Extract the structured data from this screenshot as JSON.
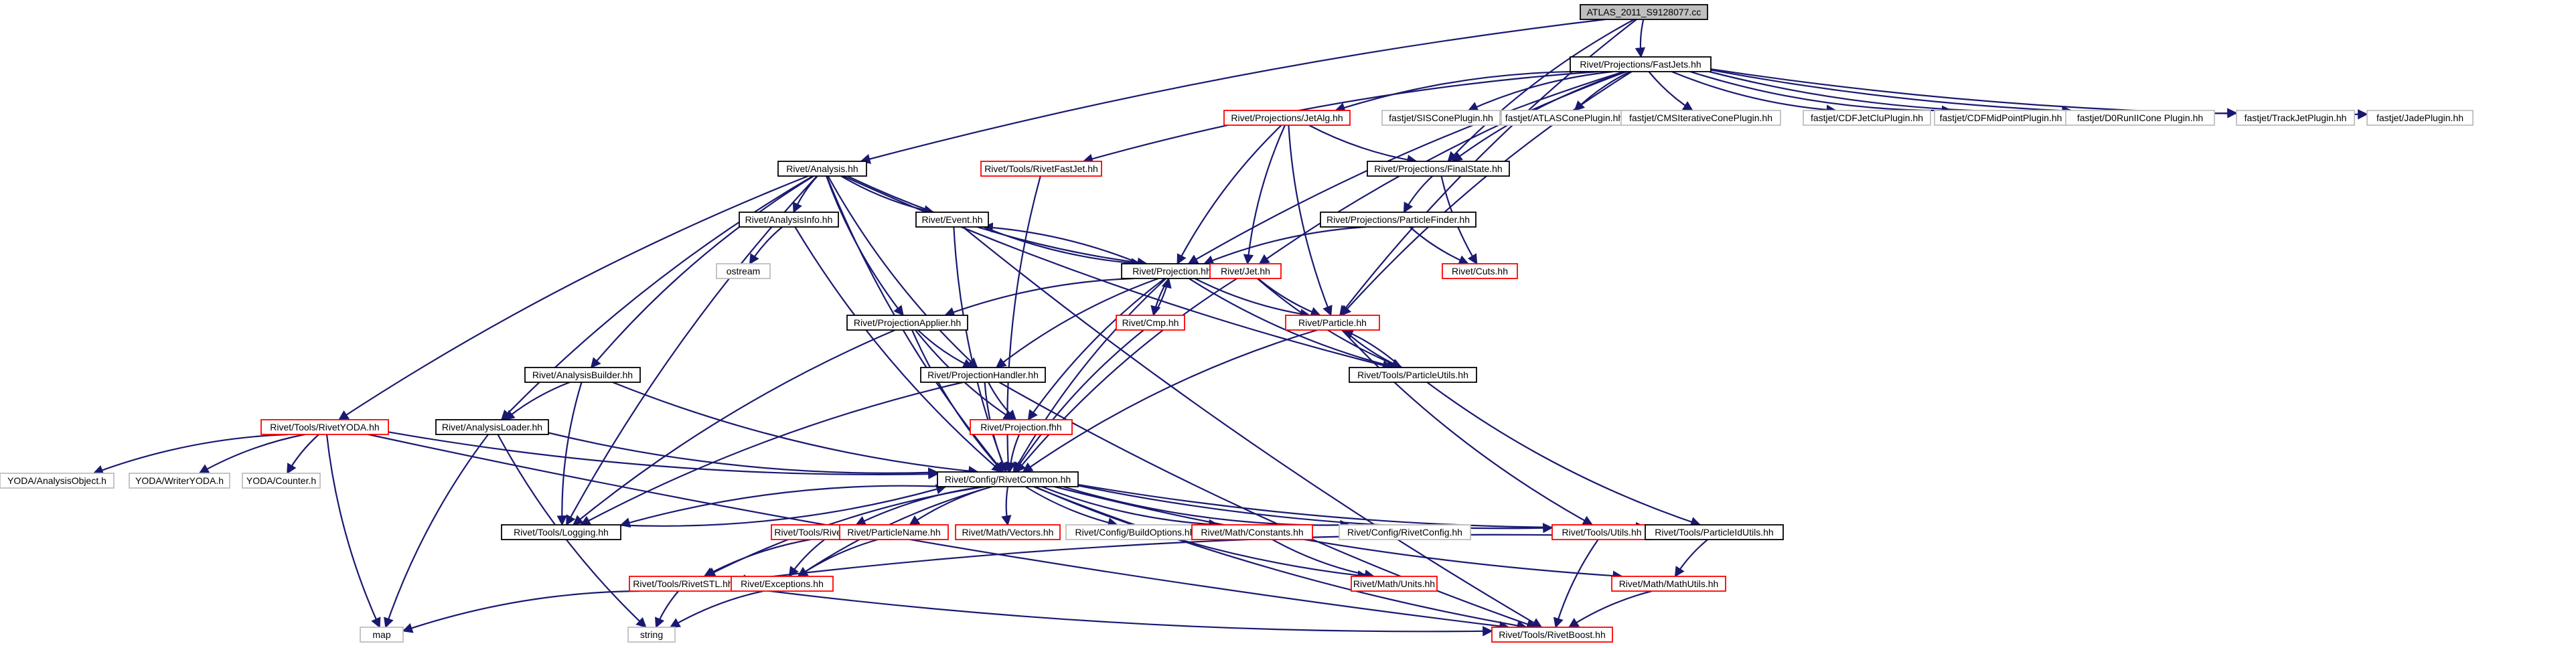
{
  "colors": {
    "edge": "#191970",
    "root_fill": "#bfbfbf",
    "default_fill": "#ffffff",
    "black_border": "#000000",
    "red_border": "#ff0000",
    "gray_border": "#bfbfbf"
  },
  "graph": {
    "nodes": [
      {
        "id": "root",
        "label": "ATLAS_2011_S9128077.cc",
        "style": "root"
      },
      {
        "id": "fastjets",
        "label": "Rivet/Projections/FastJets.hh",
        "style": "black"
      },
      {
        "id": "jetalg",
        "label": "Rivet/Projections/JetAlg.hh",
        "style": "red"
      },
      {
        "id": "siscone",
        "label": "fastjet/SISConePlugin.hh",
        "style": "gray"
      },
      {
        "id": "atlascone",
        "label": "fastjet/ATLASConePlugin.hh",
        "style": "gray"
      },
      {
        "id": "cmsit",
        "label": "fastjet/CMSIterativeConePlugin.hh",
        "style": "gray"
      },
      {
        "id": "cdfjetclu",
        "label": "fastjet/CDFJetCluPlugin.hh",
        "style": "gray"
      },
      {
        "id": "cdfmid",
        "label": "fastjet/CDFMidPointPlugin.hh",
        "style": "gray"
      },
      {
        "id": "d0run2",
        "label": "fastjet/D0RunIICone Plugin.hh",
        "style": "gray"
      },
      {
        "id": "trackjet",
        "label": "fastjet/TrackJetPlugin.hh",
        "style": "gray"
      },
      {
        "id": "jade",
        "label": "fastjet/JadePlugin.hh",
        "style": "gray"
      },
      {
        "id": "analysis",
        "label": "Rivet/Analysis.hh",
        "style": "black"
      },
      {
        "id": "rivetfastjet",
        "label": "Rivet/Tools/RivetFastJet.hh",
        "style": "red"
      },
      {
        "id": "finalstate",
        "label": "Rivet/Projections/FinalState.hh",
        "style": "black"
      },
      {
        "id": "particlefinder",
        "label": "Rivet/Projections/ParticleFinder.hh",
        "style": "black"
      },
      {
        "id": "cuts",
        "label": "Rivet/Cuts.hh",
        "style": "red"
      },
      {
        "id": "analysisinfo",
        "label": "Rivet/AnalysisInfo.hh",
        "style": "black"
      },
      {
        "id": "event",
        "label": "Rivet/Event.hh",
        "style": "black"
      },
      {
        "id": "projection",
        "label": "Rivet/Projection.hh",
        "style": "black"
      },
      {
        "id": "jet",
        "label": "Rivet/Jet.hh",
        "style": "red"
      },
      {
        "id": "ostream",
        "label": "ostream",
        "style": "gray"
      },
      {
        "id": "cmp",
        "label": "Rivet/Cmp.hh",
        "style": "red"
      },
      {
        "id": "particle",
        "label": "Rivet/Particle.hh",
        "style": "red"
      },
      {
        "id": "projapplier",
        "label": "Rivet/ProjectionApplier.hh",
        "style": "black"
      },
      {
        "id": "particleutils",
        "label": "Rivet/Tools/ParticleUtils.hh",
        "style": "black"
      },
      {
        "id": "analysisbuilder",
        "label": "Rivet/AnalysisBuilder.hh",
        "style": "black"
      },
      {
        "id": "projhandler",
        "label": "Rivet/ProjectionHandler.hh",
        "style": "black"
      },
      {
        "id": "rivetyoda",
        "label": "Rivet/Tools/RivetYODA.hh",
        "style": "red"
      },
      {
        "id": "analysisloader",
        "label": "Rivet/AnalysisLoader.hh",
        "style": "black"
      },
      {
        "id": "projfhh",
        "label": "Rivet/Projection.fhh",
        "style": "red"
      },
      {
        "id": "yodaao",
        "label": "YODA/AnalysisObject.h",
        "style": "gray"
      },
      {
        "id": "yodawriter",
        "label": "YODA/WriterYODA.h",
        "style": "gray"
      },
      {
        "id": "yodacounter",
        "label": "YODA/Counter.h",
        "style": "gray"
      },
      {
        "id": "rivetcommon",
        "label": "Rivet/Config/RivetCommon.hh",
        "style": "black"
      },
      {
        "id": "logging",
        "label": "Rivet/Tools/Logging.hh",
        "style": "black"
      },
      {
        "id": "rivethepmc",
        "label": "Rivet/Tools/RivetHepMC.hh",
        "style": "red"
      },
      {
        "id": "particlename",
        "label": "Rivet/ParticleName.hh",
        "style": "red"
      },
      {
        "id": "vectors",
        "label": "Rivet/Math/Vectors.hh",
        "style": "red"
      },
      {
        "id": "buildoptions",
        "label": "Rivet/Config/BuildOptions.hh",
        "style": "gray"
      },
      {
        "id": "constants",
        "label": "Rivet/Math/Constants.hh",
        "style": "red"
      },
      {
        "id": "rivetconfig",
        "label": "Rivet/Config/RivetConfig.hh",
        "style": "gray"
      },
      {
        "id": "toolsutils",
        "label": "Rivet/Tools/Utils.hh",
        "style": "red"
      },
      {
        "id": "pidutils",
        "label": "Rivet/Tools/ParticleIdUtils.hh",
        "style": "black"
      },
      {
        "id": "rivetstl",
        "label": "Rivet/Tools/RivetSTL.hh",
        "style": "red"
      },
      {
        "id": "exceptions",
        "label": "Rivet/Exceptions.hh",
        "style": "red"
      },
      {
        "id": "units",
        "label": "Rivet/Math/Units.hh",
        "style": "red"
      },
      {
        "id": "mathutils",
        "label": "Rivet/Math/MathUtils.hh",
        "style": "red"
      },
      {
        "id": "map",
        "label": "map",
        "style": "gray"
      },
      {
        "id": "string",
        "label": "string",
        "style": "gray"
      },
      {
        "id": "rivetboost",
        "label": "Rivet/Tools/RivetBoost.hh",
        "style": "red"
      }
    ],
    "edges": [
      [
        "root",
        "fastjets"
      ],
      [
        "root",
        "analysis"
      ],
      [
        "root",
        "finalstate"
      ],
      [
        "root",
        "particle"
      ],
      [
        "fastjets",
        "jetalg"
      ],
      [
        "fastjets",
        "siscone"
      ],
      [
        "fastjets",
        "atlascone"
      ],
      [
        "fastjets",
        "cmsit"
      ],
      [
        "fastjets",
        "cdfjetclu"
      ],
      [
        "fastjets",
        "cdfmid"
      ],
      [
        "fastjets",
        "d0run2"
      ],
      [
        "fastjets",
        "trackjet"
      ],
      [
        "fastjets",
        "jade"
      ],
      [
        "fastjets",
        "rivetfastjet"
      ],
      [
        "fastjets",
        "finalstate"
      ],
      [
        "fastjets",
        "projection"
      ],
      [
        "fastjets",
        "jet"
      ],
      [
        "fastjets",
        "particle"
      ],
      [
        "jetalg",
        "finalstate"
      ],
      [
        "jetalg",
        "projection"
      ],
      [
        "jetalg",
        "jet"
      ],
      [
        "jetalg",
        "particle"
      ],
      [
        "finalstate",
        "particlefinder"
      ],
      [
        "finalstate",
        "cuts"
      ],
      [
        "particlefinder",
        "projection"
      ],
      [
        "particlefinder",
        "cuts"
      ],
      [
        "analysis",
        "analysisinfo"
      ],
      [
        "analysis",
        "event"
      ],
      [
        "analysis",
        "projection"
      ],
      [
        "analysis",
        "projapplier"
      ],
      [
        "analysis",
        "analysisbuilder"
      ],
      [
        "analysis",
        "projhandler"
      ],
      [
        "analysis",
        "rivetyoda"
      ],
      [
        "analysis",
        "analysisloader"
      ],
      [
        "analysis",
        "rivetcommon"
      ],
      [
        "analysis",
        "logging"
      ],
      [
        "analysis",
        "particleutils"
      ],
      [
        "analysisinfo",
        "ostream"
      ],
      [
        "analysisinfo",
        "rivetcommon"
      ],
      [
        "event",
        "projection"
      ],
      [
        "event",
        "rivetcommon"
      ],
      [
        "event",
        "rivetboost"
      ],
      [
        "projection",
        "event"
      ],
      [
        "projection",
        "cmp"
      ],
      [
        "projection",
        "projapplier"
      ],
      [
        "projection",
        "projhandler"
      ],
      [
        "projection",
        "projfhh"
      ],
      [
        "projection",
        "rivetcommon"
      ],
      [
        "projection",
        "particle"
      ],
      [
        "projection",
        "particleutils"
      ],
      [
        "cmp",
        "projection"
      ],
      [
        "cmp",
        "rivetcommon"
      ],
      [
        "jet",
        "particle"
      ],
      [
        "jet",
        "particleutils"
      ],
      [
        "jet",
        "rivetcommon"
      ],
      [
        "particle",
        "particleutils"
      ],
      [
        "particle",
        "rivetcommon"
      ],
      [
        "particle",
        "toolsutils"
      ],
      [
        "particleutils",
        "particle"
      ],
      [
        "particleutils",
        "pidutils"
      ],
      [
        "projapplier",
        "projhandler"
      ],
      [
        "projapplier",
        "projfhh"
      ],
      [
        "projapplier",
        "rivetcommon"
      ],
      [
        "projapplier",
        "logging"
      ],
      [
        "projhandler",
        "projfhh"
      ],
      [
        "projhandler",
        "rivetcommon"
      ],
      [
        "projhandler",
        "logging"
      ],
      [
        "projhandler",
        "rivetboost"
      ],
      [
        "projfhh",
        "rivetcommon"
      ],
      [
        "rivetfastjet",
        "rivetcommon"
      ],
      [
        "analysisbuilder",
        "analysisloader"
      ],
      [
        "analysisbuilder",
        "rivetcommon"
      ],
      [
        "analysisbuilder",
        "logging"
      ],
      [
        "rivetyoda",
        "yodaao"
      ],
      [
        "rivetyoda",
        "yodawriter"
      ],
      [
        "rivetyoda",
        "yodacounter"
      ],
      [
        "rivetyoda",
        "rivetcommon"
      ],
      [
        "rivetyoda",
        "map"
      ],
      [
        "rivetyoda",
        "rivetboost"
      ],
      [
        "analysisloader",
        "rivetcommon"
      ],
      [
        "analysisloader",
        "map"
      ],
      [
        "analysisloader",
        "string"
      ],
      [
        "rivetcommon",
        "logging"
      ],
      [
        "rivetcommon",
        "rivethepmc"
      ],
      [
        "rivetcommon",
        "particlename"
      ],
      [
        "rivetcommon",
        "vectors"
      ],
      [
        "rivetcommon",
        "buildoptions"
      ],
      [
        "rivetcommon",
        "constants"
      ],
      [
        "rivetcommon",
        "rivetconfig"
      ],
      [
        "rivetcommon",
        "toolsutils"
      ],
      [
        "rivetcommon",
        "pidutils"
      ],
      [
        "rivetcommon",
        "rivetstl"
      ],
      [
        "rivetcommon",
        "exceptions"
      ],
      [
        "rivetcommon",
        "units"
      ],
      [
        "rivetcommon",
        "mathutils"
      ],
      [
        "rivetcommon",
        "rivetboost"
      ],
      [
        "logging",
        "rivetcommon"
      ],
      [
        "rivethepmc",
        "rivetstl"
      ],
      [
        "rivethepmc",
        "exceptions"
      ],
      [
        "particlename",
        "exceptions"
      ],
      [
        "constants",
        "units"
      ],
      [
        "toolsutils",
        "rivetstl"
      ],
      [
        "toolsutils",
        "rivetboost"
      ],
      [
        "pidutils",
        "mathutils"
      ],
      [
        "rivetstl",
        "map"
      ],
      [
        "rivetstl",
        "string"
      ],
      [
        "rivetstl",
        "rivetboost"
      ],
      [
        "exceptions",
        "string"
      ],
      [
        "mathutils",
        "rivetboost"
      ]
    ]
  }
}
